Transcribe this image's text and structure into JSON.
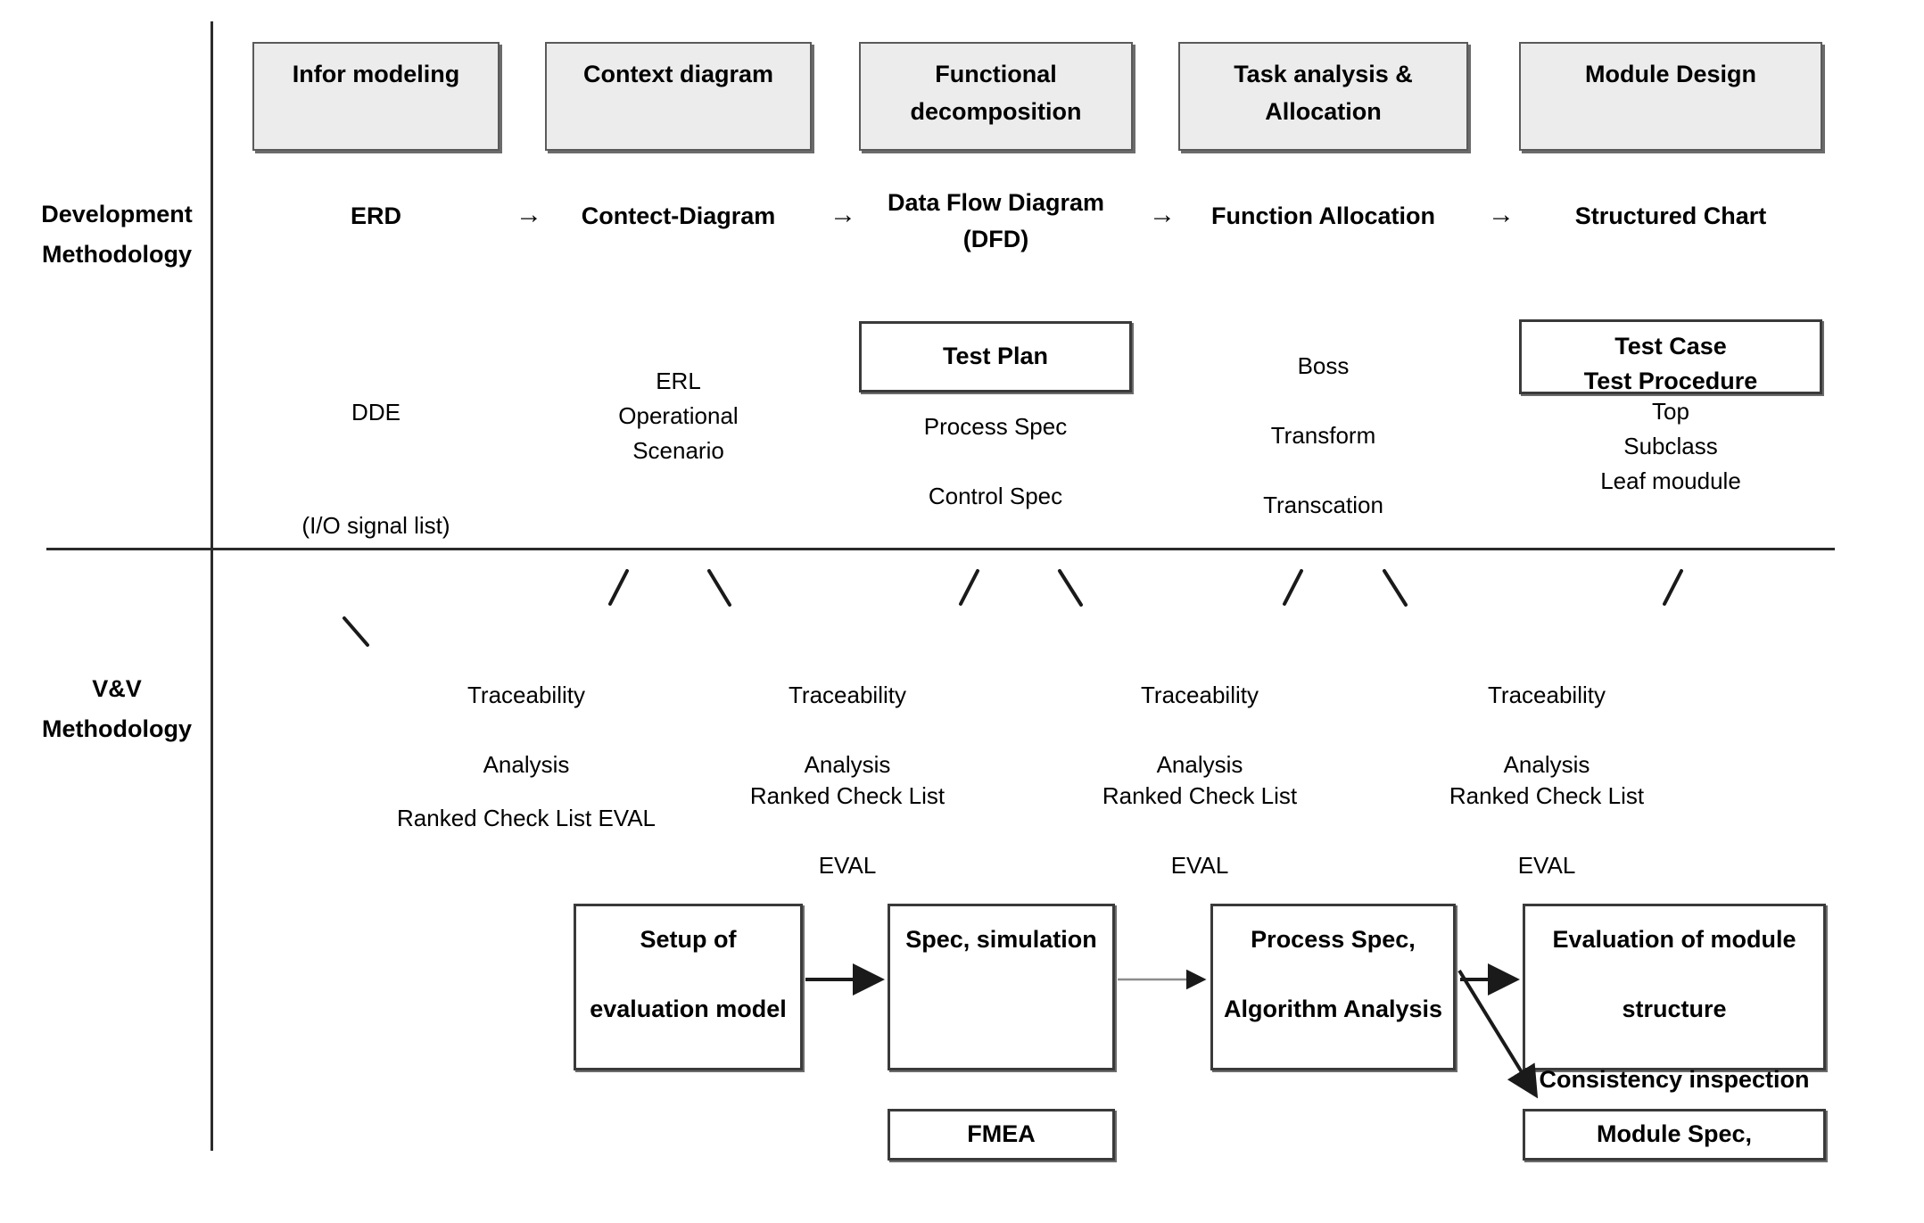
{
  "rows": {
    "development_label": "Development\nMethodology",
    "vv_label": "V&V\nMethodology"
  },
  "phases": [
    {
      "id": "infor-modeling",
      "label": "Infor modeling"
    },
    {
      "id": "context-diagram",
      "label": "Context diagram"
    },
    {
      "id": "functional-decomposition",
      "label": "Functional\ndecomposition"
    },
    {
      "id": "task-analysis-allocation",
      "label": "Task analysis &\nAllocation"
    },
    {
      "id": "module-design",
      "label": "Module Design"
    }
  ],
  "development_flow": {
    "steps": [
      {
        "id": "erd",
        "label": "ERD"
      },
      {
        "id": "contect-diagram",
        "label": "Contect-Diagram"
      },
      {
        "id": "data-flow-diagram",
        "label": "Data Flow Diagram\n(DFD)"
      },
      {
        "id": "function-allocation",
        "label": "Function Allocation"
      },
      {
        "id": "structured-chart",
        "label": "Structured Chart"
      }
    ],
    "arrow_glyph": "→"
  },
  "development_artifacts": [
    {
      "id": "dde",
      "lines": "DDE",
      "note": "(I/O signal list)"
    },
    {
      "id": "erl",
      "lines": "ERL\nOperational\nScenario",
      "note": ""
    },
    {
      "id": "test-plan",
      "boxed": "Test Plan",
      "lines": "Process Spec\n\nControl Spec",
      "note": ""
    },
    {
      "id": "boss",
      "lines": "Boss\n\nTransform\n\nTranscation",
      "note": ""
    },
    {
      "id": "test-case",
      "boxed": "Test Case\nTest Procedure",
      "lines": "Top\nSubclass\nLeaf moudule",
      "note": ""
    }
  ],
  "vv_activities": [
    {
      "id": "vv-col-1",
      "lines": "Traceability\n\nAnalysis",
      "extra": "Ranked Check List EVAL"
    },
    {
      "id": "vv-col-2",
      "lines": "Traceability\n\nAnalysis",
      "extra": "Ranked Check List\n\nEVAL"
    },
    {
      "id": "vv-col-3",
      "lines": "Traceability\n\nAnalysis",
      "extra": "Ranked Check List\n\nEVAL"
    },
    {
      "id": "vv-col-4",
      "lines": "Traceability\n\nAnalysis",
      "extra": "Ranked Check List\n\nEVAL"
    }
  ],
  "process_boxes": [
    {
      "id": "setup-evaluation-model",
      "label": "Setup of\n\nevaluation model"
    },
    {
      "id": "spec-simulation",
      "label": "Spec, simulation"
    },
    {
      "id": "process-spec-algorithm",
      "label": "Process Spec,\n\nAlgorithm Analysis"
    },
    {
      "id": "evaluation-module-structure",
      "label": "Evaluation of module\n\nstructure\n\nConsistency inspection"
    },
    {
      "id": "fmea",
      "label": "FMEA"
    },
    {
      "id": "module-spec",
      "label": "Module Spec,"
    }
  ],
  "colors": {
    "phase_fill": "#ececec",
    "phase_border": "#5a5a5a",
    "line": "#2b2b2b",
    "box_border": "#3a3a3a",
    "text": "#000000"
  }
}
